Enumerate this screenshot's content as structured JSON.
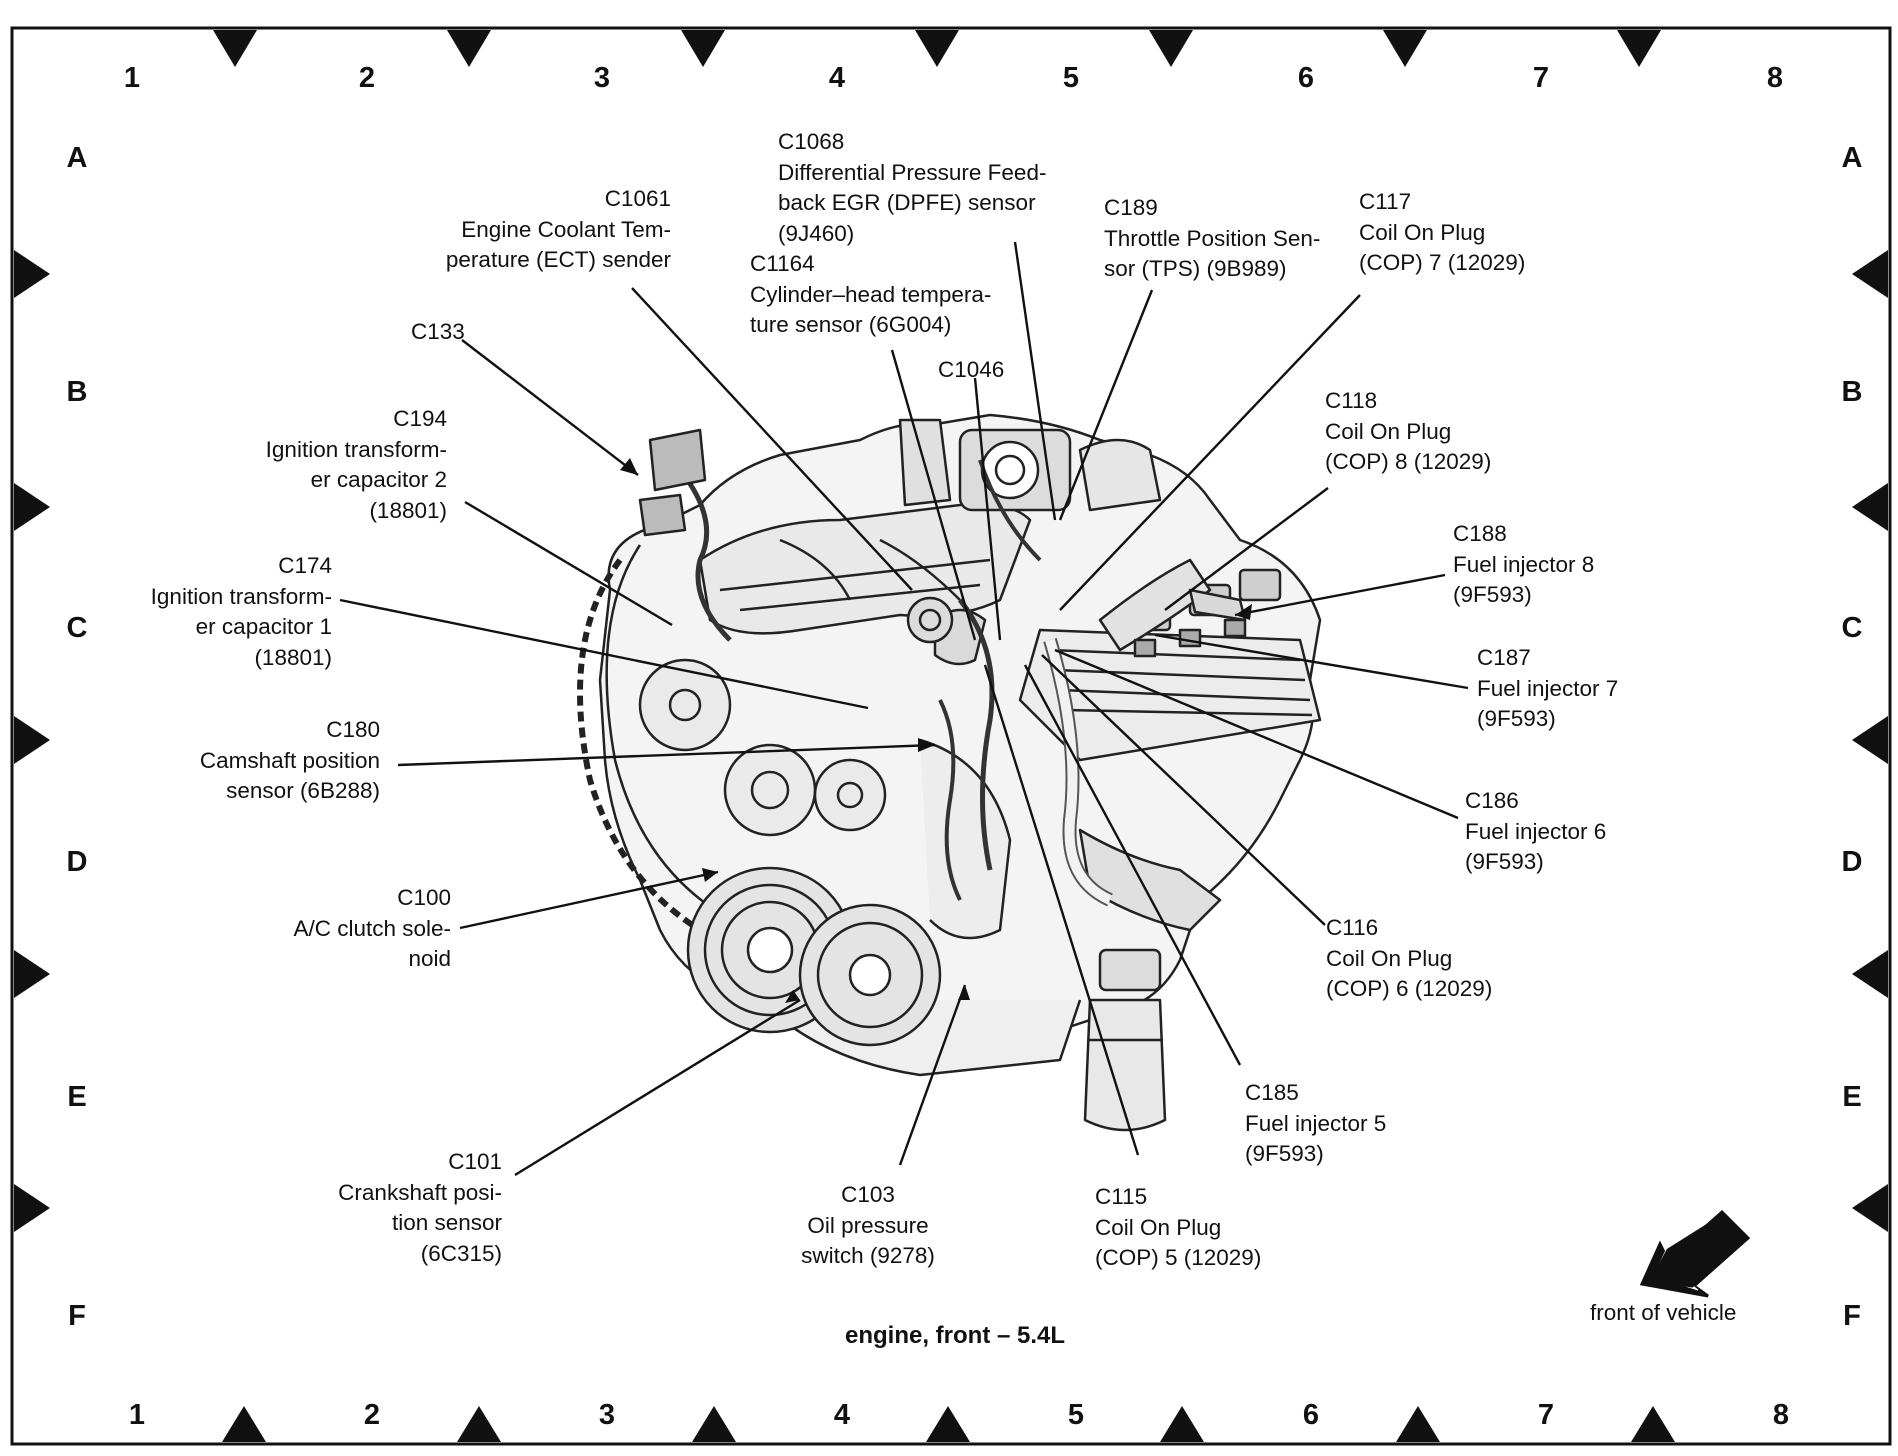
{
  "grid": {
    "columns": [
      "1",
      "2",
      "3",
      "4",
      "5",
      "6",
      "7",
      "8"
    ],
    "rows": [
      "A",
      "B",
      "C",
      "D",
      "E",
      "F"
    ]
  },
  "caption": "engine, front – 5.4L",
  "direction_label": "front of vehicle",
  "callouts": {
    "c1068": {
      "code": "C1068",
      "desc": [
        "Differential Pressure Feed-",
        "back EGR (DPFE) sensor",
        "(9J460)"
      ]
    },
    "c1061": {
      "code": "C1061",
      "desc": [
        "Engine Coolant Tem-",
        "perature (ECT) sender"
      ]
    },
    "c1164": {
      "code": "C1164",
      "desc": [
        "Cylinder–head tempera-",
        "ture sensor (6G004)"
      ]
    },
    "c189": {
      "code": "C189",
      "desc": [
        "Throttle Position Sen-",
        "sor (TPS) (9B989)"
      ]
    },
    "c117": {
      "code": "C117",
      "desc": [
        "Coil On Plug",
        "(COP) 7 (12029)"
      ]
    },
    "c133": {
      "code": "C133",
      "desc": []
    },
    "c1046": {
      "code": "C1046",
      "desc": []
    },
    "c194": {
      "code": "C194",
      "desc": [
        "Ignition transform-",
        "er capacitor 2",
        "(18801)"
      ]
    },
    "c118": {
      "code": "C118",
      "desc": [
        "Coil On Plug",
        "(COP) 8 (12029)"
      ]
    },
    "c174": {
      "code": "C174",
      "desc": [
        "Ignition transform-",
        "er capacitor 1",
        "(18801)"
      ]
    },
    "c188": {
      "code": "C188",
      "desc": [
        "Fuel injector 8",
        "(9F593)"
      ]
    },
    "c187": {
      "code": "C187",
      "desc": [
        "Fuel injector 7",
        "(9F593)"
      ]
    },
    "c180": {
      "code": "C180",
      "desc": [
        "Camshaft position",
        "sensor (6B288)"
      ]
    },
    "c186": {
      "code": "C186",
      "desc": [
        "Fuel injector 6",
        "(9F593)"
      ]
    },
    "c100": {
      "code": "C100",
      "desc": [
        "A/C clutch sole-",
        "noid"
      ]
    },
    "c116": {
      "code": "C116",
      "desc": [
        "Coil On Plug",
        "(COP) 6 (12029)"
      ]
    },
    "c185": {
      "code": "C185",
      "desc": [
        "Fuel injector 5",
        "(9F593)"
      ]
    },
    "c101": {
      "code": "C101",
      "desc": [
        "Crankshaft posi-",
        "tion sensor",
        "(6C315)"
      ]
    },
    "c103": {
      "code": "C103",
      "desc": [
        "Oil pressure",
        "switch (9278)"
      ]
    },
    "c115": {
      "code": "C115",
      "desc": [
        "Coil On Plug",
        "(COP) 5 (12029)"
      ]
    }
  }
}
